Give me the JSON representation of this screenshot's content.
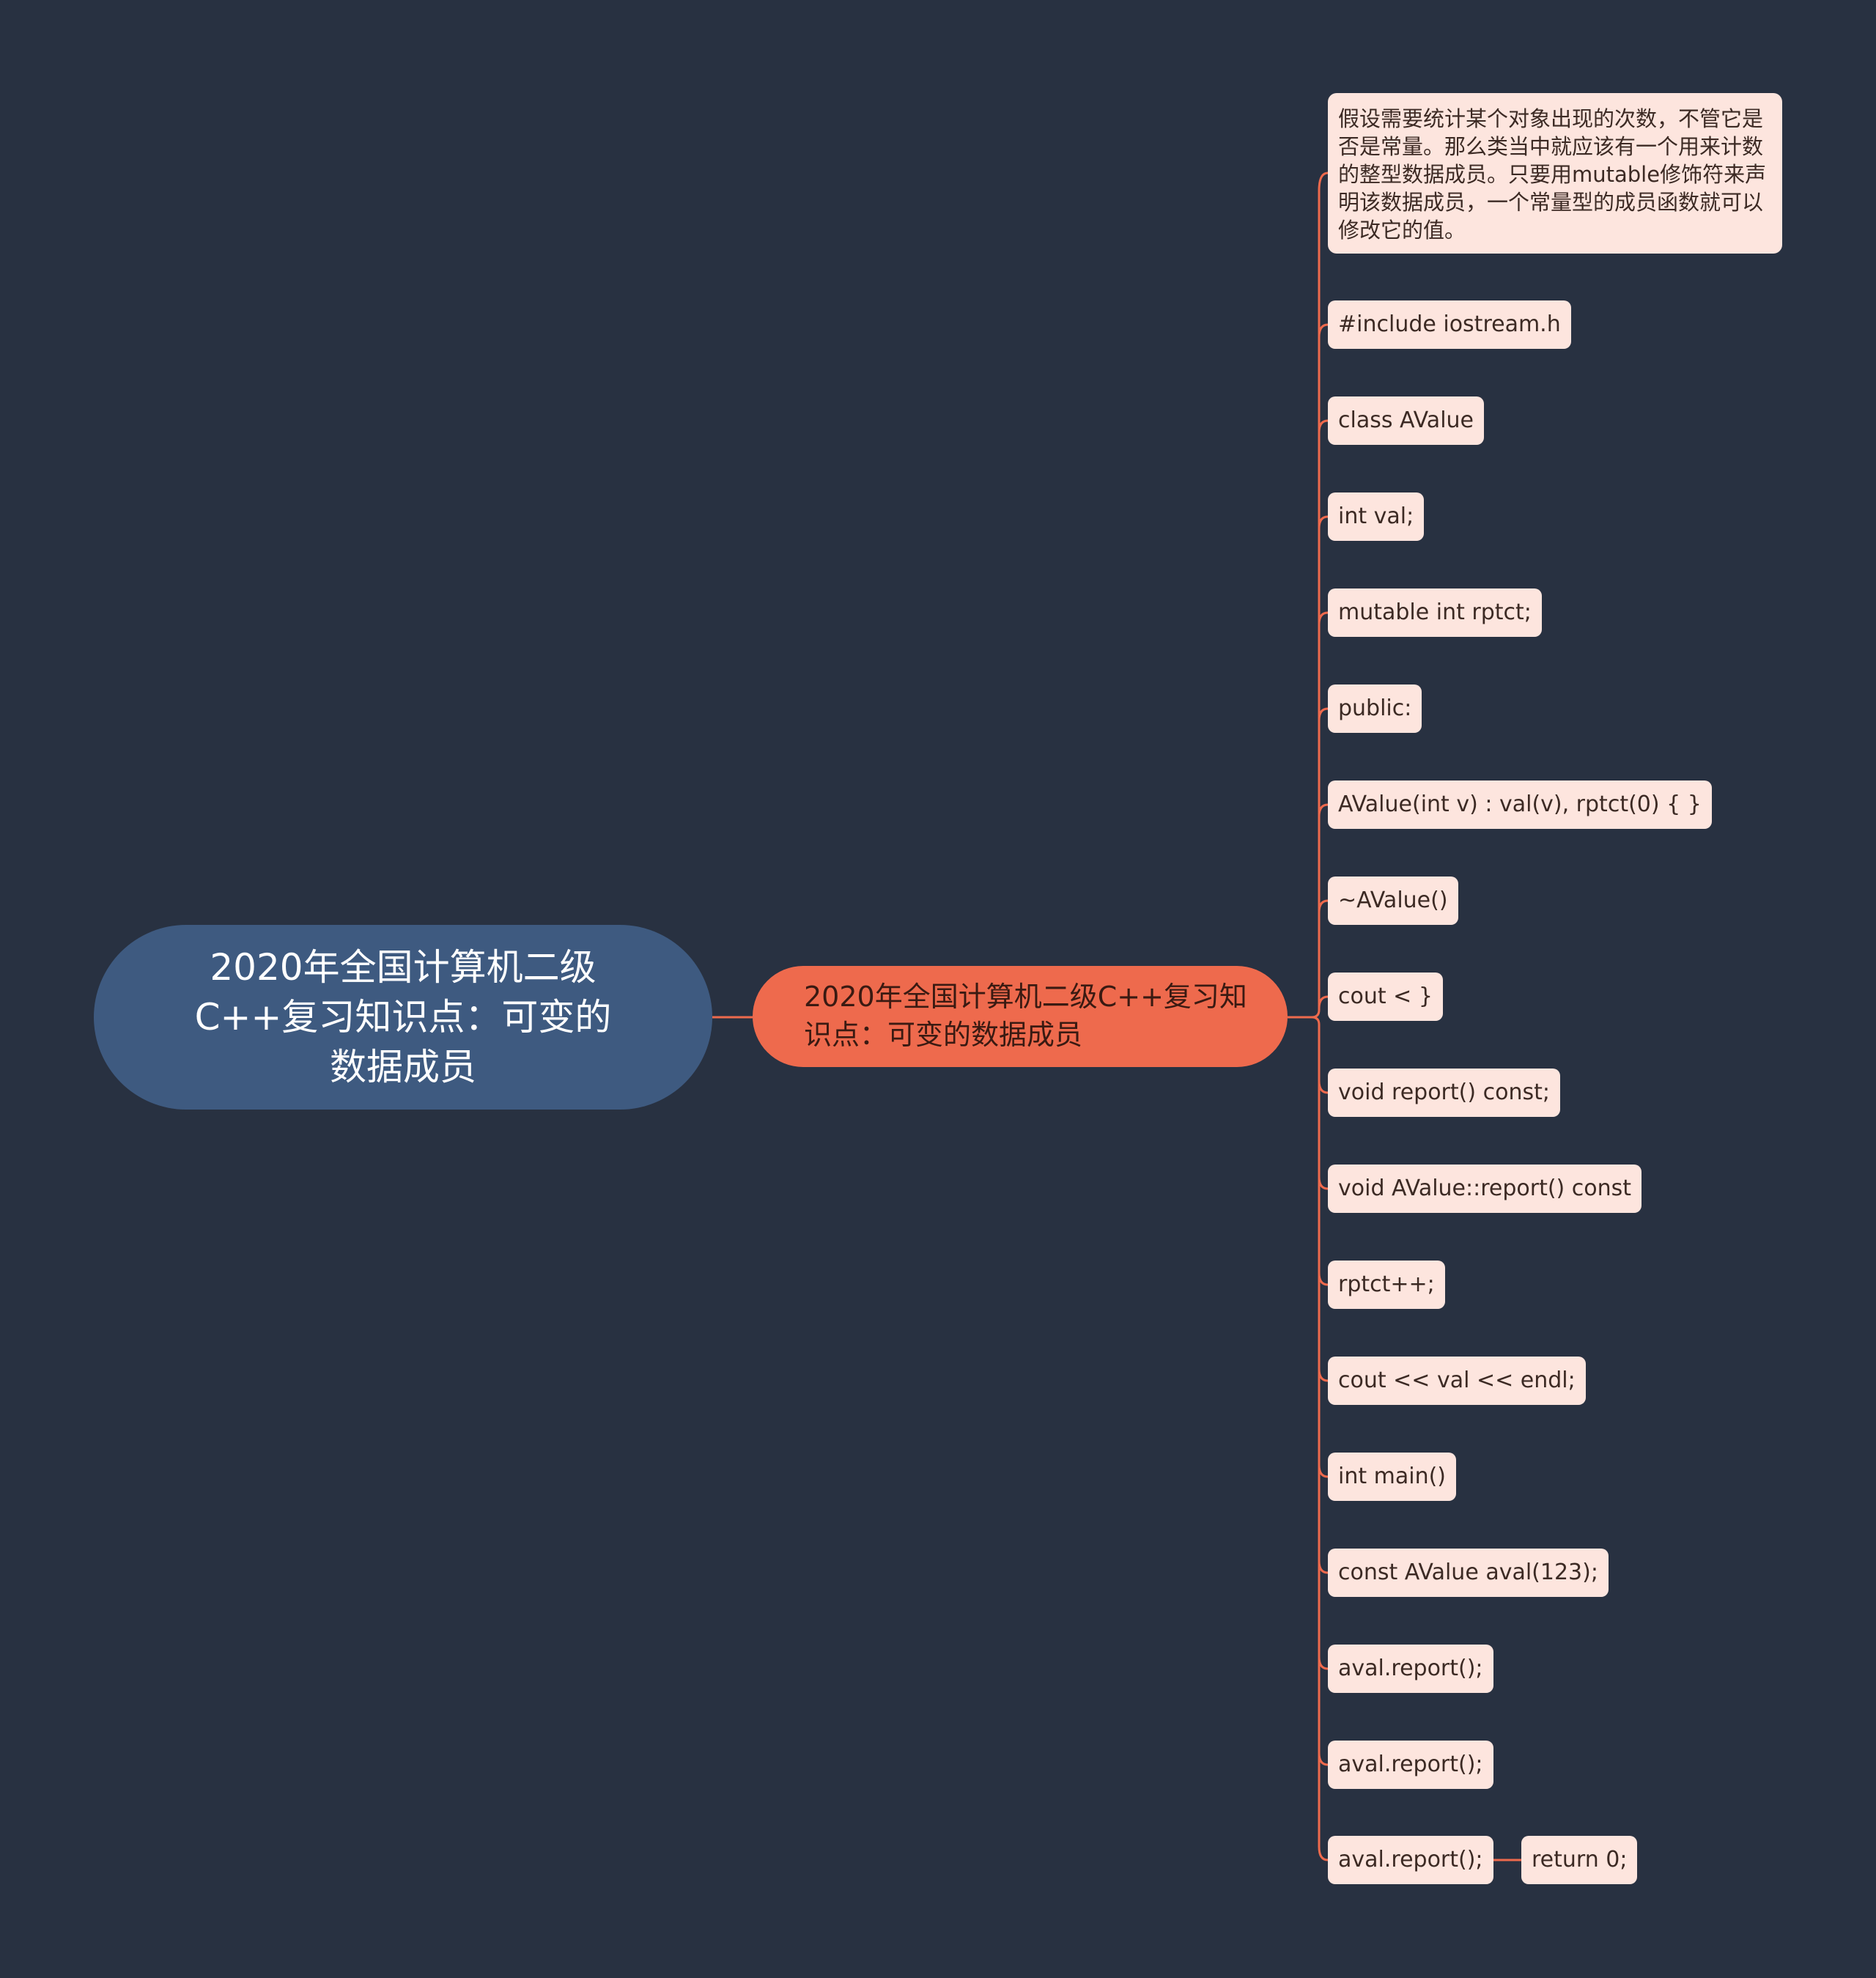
{
  "root": {
    "label": "2020年全国计算机二级C++复习知识点：可变的数据成员"
  },
  "branch": {
    "label": "2020年全国计算机二级C++复习知识点：可变的数据成员"
  },
  "leaves": [
    {
      "label": "假设需要统计某个对象出现的次数，不管它是否是常量。那么类当中就应该有一个用来计数的整型数据成员。只要用mutable修饰符来声明该数据成员，一个常量型的成员函数就可以修改它的值。"
    },
    {
      "label": "#include iostream.h"
    },
    {
      "label": "class AValue"
    },
    {
      "label": "int val;"
    },
    {
      "label": "mutable int rptct;"
    },
    {
      "label": "public:"
    },
    {
      "label": "AValue(int v) : val(v), rptct(0) { }"
    },
    {
      "label": "~AValue()"
    },
    {
      "label": "cout < }"
    },
    {
      "label": "void report() const;"
    },
    {
      "label": "void AValue::report() const"
    },
    {
      "label": "rptct++;"
    },
    {
      "label": "cout << val << endl;"
    },
    {
      "label": "int main()"
    },
    {
      "label": "const AValue aval(123);"
    },
    {
      "label": "aval.report();"
    },
    {
      "label": "aval.report();"
    },
    {
      "label": "aval.report();"
    }
  ],
  "sub_leaf": {
    "label": "return 0;"
  },
  "colors": {
    "background": "#283141",
    "root": "#3e5a80",
    "branch": "#ee6a4d",
    "leaf": "#fde5de",
    "connector": "#ee6a4d"
  }
}
